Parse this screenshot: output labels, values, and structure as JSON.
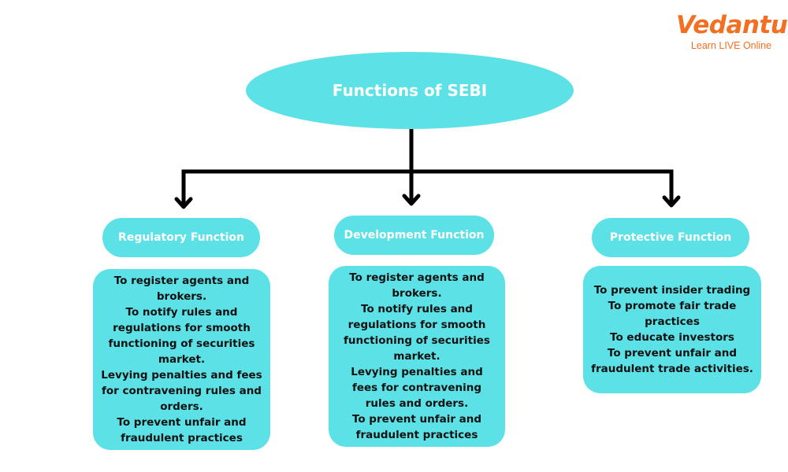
{
  "logo": {
    "brand": "Vedantu",
    "tagline": "Learn LIVE Online",
    "color": "#f36f21"
  },
  "colors": {
    "node_fill": "#5ce1e6",
    "node_title_text": "#ffffff",
    "body_text": "#111111",
    "connector": "#000000"
  },
  "root": {
    "label": "Functions of SEBI"
  },
  "branches": [
    {
      "label": "Regulatory Function",
      "items": [
        "To register agents and brokers.",
        "To notify rules and regulations for smooth functioning of securities market.",
        "Levying penalties and fees for contravening rules and orders.",
        "To prevent unfair and fraudulent practices"
      ]
    },
    {
      "label": "Development Function",
      "items": [
        "To register agents and brokers.",
        "To notify rules and regulations for smooth functioning of securities market.",
        "Levying penalties and fees for contravening rules and orders.",
        "To prevent unfair and fraudulent practices"
      ]
    },
    {
      "label": "Protective Function",
      "items": [
        "To prevent insider trading",
        "To promote fair trade practices",
        "To educate investors",
        "To prevent unfair and fraudulent trade activities."
      ]
    }
  ]
}
